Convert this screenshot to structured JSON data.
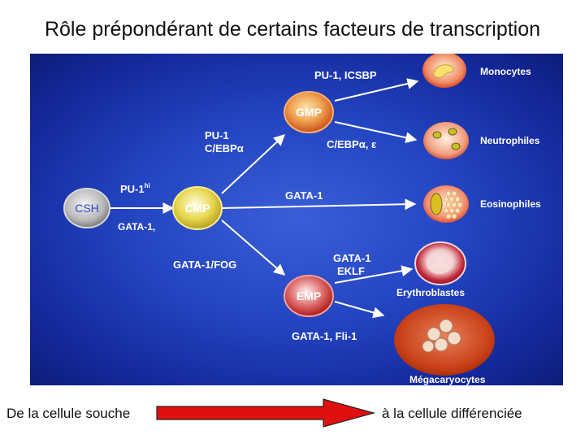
{
  "title": "Rôle prépondérant de certains facteurs de transcription",
  "cells": {
    "csh": "CSH",
    "cmp": "CMP",
    "gmp": "GMP",
    "emp": "EMP"
  },
  "factors": {
    "pu1hi": "PU-1",
    "pu1hi_sup": "hi",
    "gata1_csh": "GATA-1,",
    "pu1_cebp_line1": "PU-1",
    "pu1_cebp_line2": "C/EBPα",
    "gata1_cmp": "GATA-1",
    "gata1_fog": "GATA-1/FOG",
    "pu1_icsbp": "PU-1, ICSBP",
    "cebp_ae": "C/EBPα, ε",
    "gata1_eklf_line1": "GATA-1",
    "gata1_eklf_line2": "EKLF",
    "gata1_fli1": "GATA-1, Fli-1"
  },
  "outputs": {
    "monocytes": "Monocytes",
    "neutrophiles": "Neutrophiles",
    "eosinophiles": "Eosinophiles",
    "erythroblastes": "Erythroblastes",
    "megacaryocytes": "Mégacaryocytes"
  },
  "footer": {
    "left": "De la cellule souche",
    "right": "à la cellule différenciée"
  },
  "colors": {
    "panel": "#2344c0",
    "arrow": "#e01010"
  }
}
